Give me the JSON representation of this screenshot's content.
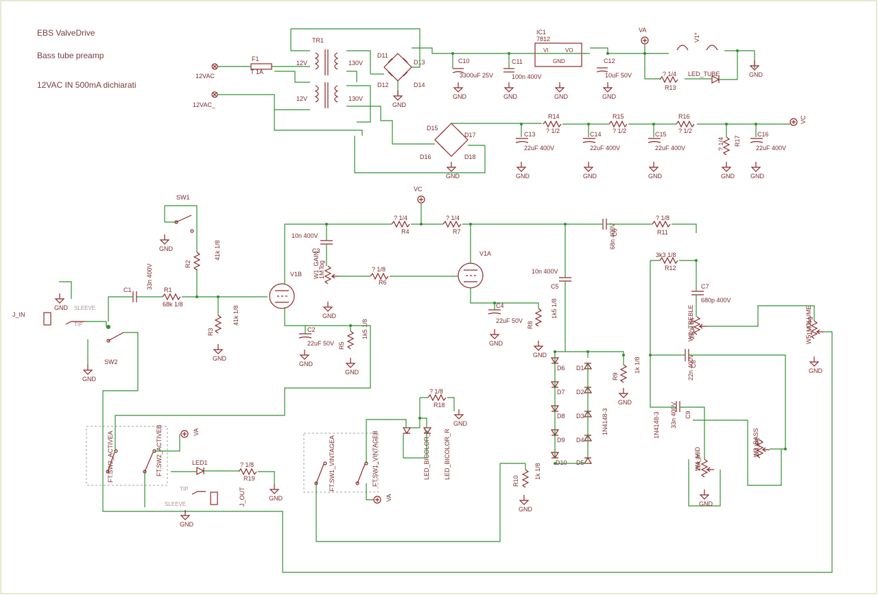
{
  "header": {
    "line1": "EBS ValveDrive",
    "line2": "Bass tube preamp",
    "line3": "12VAC IN 500mA dichiarati"
  },
  "colors": {
    "wire": "#2f8f2f",
    "component": "#8b2525",
    "background": "#ffffff",
    "frame": "#e8e8d0"
  },
  "power": {
    "in1": "12VAC",
    "in2": "12VAC_",
    "fuse_name": "F1",
    "fuse_value": "T 1A",
    "transformer": "TR1",
    "tr_12v_a": "12V",
    "tr_12v_b": "12V",
    "tr_130v_a": "130V",
    "tr_130v_b": "130V",
    "d11": "D11",
    "d12": "D12",
    "d13": "D13",
    "d14": "D14",
    "d15": "D15",
    "d16": "D16",
    "d17": "D17",
    "d18": "D18",
    "c10": "C10",
    "c10_val": "3300uF 25V",
    "c11": "C11",
    "c11_val": "100n 400V",
    "ic1": "IC1",
    "ic1_val": "7812",
    "ic_vi": "VI",
    "ic_vo": "VO",
    "ic_gnd": "GND",
    "c12": "C12",
    "c12_val": "10uF 50V",
    "va": "VA",
    "v1": "V1*",
    "r13": "R13",
    "r13_val": "? 1/4",
    "led_tube": "LED_TUBE",
    "r14": "R14",
    "r14_val": "? 1/2",
    "r15": "R15",
    "r15_val": "? 1/2",
    "r16": "R16",
    "r16_val": "? 1/2",
    "r17": "R17",
    "r17_val": "? 1/4",
    "c13": "C13",
    "c13_val": "22uF 400V",
    "c14": "C14",
    "c14_val": "22uF 400V",
    "c15": "C15",
    "c15_val": "22uF 400V",
    "c16": "C16",
    "c16_val": "22uF 400V",
    "vc": "VC"
  },
  "preamp": {
    "vc": "VC",
    "sw1": "SW1",
    "sw2": "SW2",
    "j_in": "J_IN",
    "j_out": "J_OUT",
    "sleeve": "SLEEVE",
    "tip": "TIP",
    "c1": "C1",
    "c1_val": "33n 400V",
    "r1": "R1",
    "r1_val": "68k 1/8",
    "r2": "R2",
    "r2_val": "41k 1/8",
    "r3": "R3",
    "r3_val": "41k 1/8",
    "v1b": "V1B",
    "v1a": "V1A",
    "c3": "C3",
    "c3_val": "10n 400V",
    "w1": "W1_GAIN",
    "w1_val": "1M log",
    "r6": "R6",
    "r6_val": "? 1/8",
    "r4": "R4",
    "r4_val": "? 1/4",
    "r7": "R7",
    "r7_val": "? 1/4",
    "c2": "C2",
    "c2_val": "22uF 50V",
    "r5": "R5",
    "r5_val": "1k5 1/8",
    "c4": "C4",
    "c4_val": "22uF 50V",
    "r8": "R8",
    "r8_val": "1k5 1/8",
    "c5": "C5",
    "c5_val": "10n 400V",
    "c6": "C6",
    "c6_val": "68n 400V",
    "r11": "R11",
    "r11_val": "? 1/8",
    "r12": "R12",
    "r12_val": "3k3 1/8",
    "c7": "C7",
    "c7_val": "680p 400V",
    "w2": "W2_TREBLE",
    "w2_val": "250k lin",
    "w5": "W5_VOLUME",
    "w5_val": "1M log",
    "c8": "C8",
    "c8_val": "22n 400V",
    "c9": "C9",
    "c9_val": "33n 400V",
    "w4": "W4_MID",
    "w4_val": "25k lin",
    "w3": "W3_BASS",
    "w3_val": "1M log",
    "d1": "D1",
    "d2": "D2",
    "d3": "D3",
    "d4": "D4",
    "d5": "D5",
    "d6": "D6",
    "d7": "D7",
    "d8": "D8",
    "d9": "D9",
    "d10": "D10",
    "diode_type": "1N4148-3",
    "r9": "R9",
    "r9_val": "1k 1/8",
    "r10": "R10",
    "r10_val": "1k 1/8",
    "r18": "R18",
    "r18_val": "? 1/8",
    "r19": "R19",
    "r19_val": "? 1/8",
    "led1": "LED1",
    "led_bi_y": "LED_BICOLOR_Y",
    "led_bi_r": "LED_BICOLOR_R",
    "sw2a": "FT.SW2_ACTIVEA",
    "sw2b": "FT.SW2_ACTIVEB",
    "sw1a": "FT.SW1_VINTAGEA",
    "sw1b": "FT.SW1_VINTAGEB",
    "va": "VA",
    "gnd": "GND"
  }
}
